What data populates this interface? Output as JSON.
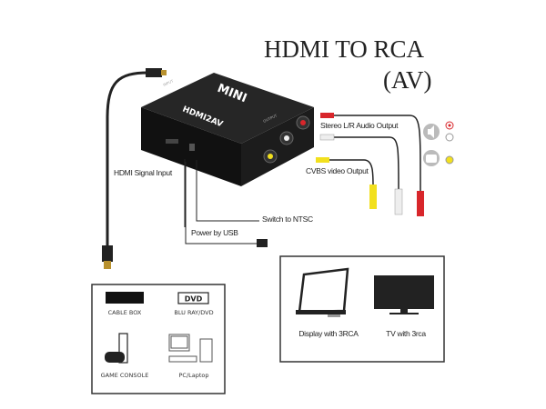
{
  "title": {
    "line1": "HDMI TO RCA",
    "line2": "(AV)"
  },
  "device": {
    "brand": "MINI",
    "model": "HDMI2AV",
    "input_port_label": "INPUT",
    "output_port_label": "OUTPUT"
  },
  "labels": {
    "audio_output": "Stereo L/R Audio Output",
    "video_output": "CVBS video Output",
    "hdmi_input": "HDMI Signal Input",
    "ntsc_switch": "Switch to NTSC",
    "usb_power": "Power by USB"
  },
  "sources": [
    {
      "label": "CABLE BOX",
      "icon": "cable-box-icon"
    },
    {
      "label": "BLU RAY/DVD",
      "icon": "dvd-icon",
      "badge": "DVD"
    },
    {
      "label": "GAME CONSOLE",
      "icon": "game-console-icon"
    },
    {
      "label": "PC/Laptop",
      "icon": "pc-icon"
    }
  ],
  "displays": [
    {
      "label": "Display with 3RCA",
      "icon": "monitor-icon"
    },
    {
      "label": "TV with 3rca",
      "icon": "tv-icon"
    }
  ],
  "colors": {
    "red": "#d8262b",
    "white": "#eeeeee",
    "yellow": "#f2e01e",
    "device": "#1a1a1a"
  }
}
